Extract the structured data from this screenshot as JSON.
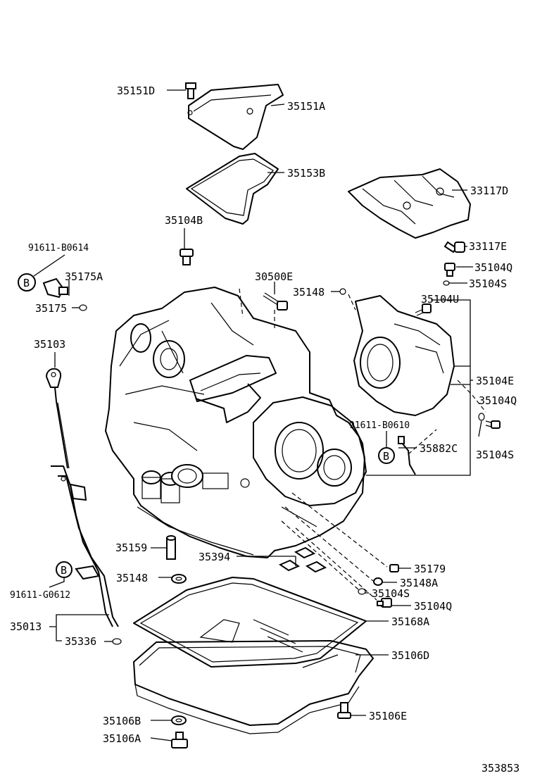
{
  "diagram_id": "353853",
  "labels": {
    "l35151D": "35151D",
    "l35151A": "35151A",
    "l35153B": "35153B",
    "l33117D": "33117D",
    "l35104B": "35104B",
    "l33117E": "33117E",
    "l91611B0614": "91611-B0614",
    "l35104Q_a": "35104Q",
    "l35175A": "35175A",
    "l30500E": "30500E",
    "l35104S_a": "35104S",
    "l35148_a": "35148",
    "l35104U": "35104U",
    "l35175": "35175",
    "l35103": "35103",
    "l35104E": "35104E",
    "l35104Q_b": "35104Q",
    "l91611B0610": "91611-B0610",
    "l35882C": "35882C",
    "l35104S_b": "35104S",
    "l35159": "35159",
    "l35394": "35394",
    "l35179": "35179",
    "l35148_b": "35148",
    "l35148A": "35148A",
    "l91611G0612": "91611-G0612",
    "l35104S_c": "35104S",
    "l35104Q_c": "35104Q",
    "l35013": "35013",
    "l35168A": "35168A",
    "l35336": "35336",
    "l35106D": "35106D",
    "l35106B": "35106B",
    "l35106E": "35106E",
    "l35106A": "35106A",
    "mark_b1": "B",
    "mark_b2": "B",
    "mark_b3": "B"
  }
}
